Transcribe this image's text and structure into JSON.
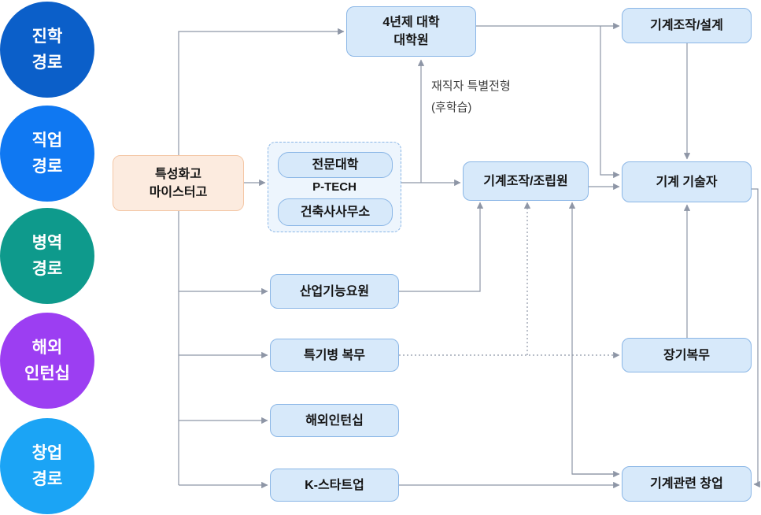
{
  "palette": {
    "node_fill": "#d7e9fa",
    "node_border": "#8ab6e6",
    "group_fill": "#edf5fd",
    "source_fill": "#fcebdf",
    "source_border": "#f4c7a6",
    "connector": "#8e96a6",
    "background": "#ffffff",
    "node_text": "#141414",
    "circle_text": "#ffffff"
  },
  "legend": {
    "items": [
      {
        "name": "academic-path",
        "line1": "진학",
        "line2": "경로",
        "color": "#0b5fc9"
      },
      {
        "name": "career-path",
        "line1": "직업",
        "line2": "경로",
        "color": "#0f78f2"
      },
      {
        "name": "military-service-path",
        "line1": "병역",
        "line2": "경로",
        "color": "#0e9a8c"
      },
      {
        "name": "overseas-internship-path",
        "line1": "해외",
        "line2": "인턴십",
        "color": "#9c3ef2"
      },
      {
        "name": "startup-path",
        "line1": "창업",
        "line2": "경로",
        "color": "#1ba4f5"
      }
    ]
  },
  "nodes": {
    "source": {
      "line1": "특성화고",
      "line2": "마이스터고"
    },
    "university": {
      "line1": "4년제 대학",
      "line2": "대학원"
    },
    "design": {
      "label": "기계조작/설계"
    },
    "college": {
      "label": "전문대학"
    },
    "ptech": {
      "label": "P-TECH"
    },
    "architect": {
      "label": "건축사사무소"
    },
    "operator": {
      "label": "기계조작/조립원"
    },
    "technician": {
      "label": "기계 기술자"
    },
    "industrial": {
      "label": "산업기능요원"
    },
    "soldier": {
      "label": "특기병 복무"
    },
    "longservice": {
      "label": "장기복무"
    },
    "internship": {
      "label": "해외인턴십"
    },
    "kstartup": {
      "label": "K-스타트업"
    },
    "startup": {
      "label": "기계관련 창업"
    }
  },
  "annotation": {
    "line1": "재직자 특별전형",
    "line2": "(후학습)"
  }
}
